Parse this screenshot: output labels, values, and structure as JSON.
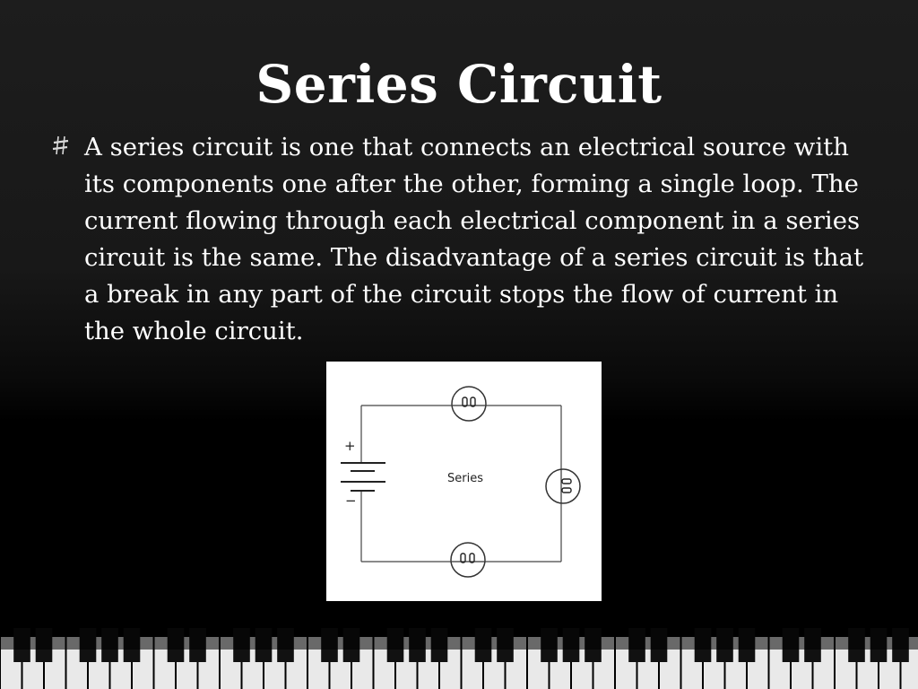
{
  "slide": {
    "title": "Series Circuit",
    "bullet_text": "A series circuit is one that connects an electrical source with its components one after the other, forming a single loop. The current flowing through each electrical component in a series circuit is the same. The disadvantage of a series circuit is that a break in any part of the circuit stops the flow of current in the whole circuit."
  },
  "figure": {
    "center_label": "Series",
    "plus_sign": "+",
    "minus_sign": "−"
  },
  "icons": {
    "bullet": "sharp-bullet-icon",
    "bulb": "light-bulb-icon",
    "battery": "battery-icon"
  },
  "colors": {
    "background": "#000000",
    "text": "#ffffff",
    "figure_background": "#ffffff",
    "wire": "#444444"
  }
}
